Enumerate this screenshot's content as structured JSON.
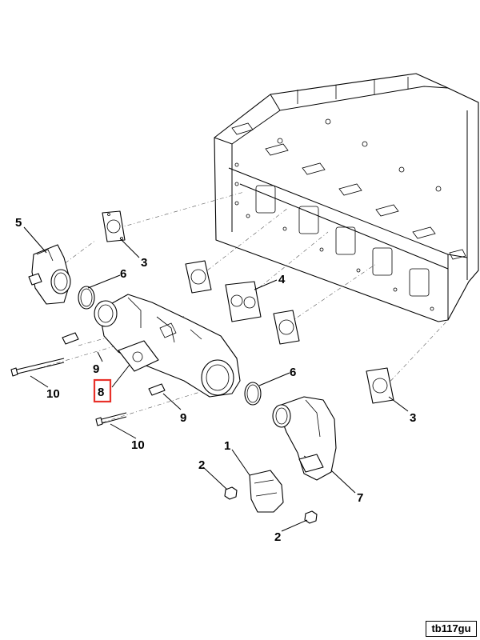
{
  "callouts": [
    {
      "id": "c5",
      "text": "5"
    },
    {
      "id": "c3a",
      "text": "3"
    },
    {
      "id": "c6a",
      "text": "6"
    },
    {
      "id": "c4",
      "text": "4"
    },
    {
      "id": "c9a",
      "text": "9"
    },
    {
      "id": "c8",
      "text": "8",
      "highlighted": true
    },
    {
      "id": "c10a",
      "text": "10"
    },
    {
      "id": "c6b",
      "text": "6"
    },
    {
      "id": "c9b",
      "text": "9"
    },
    {
      "id": "c3b",
      "text": "3"
    },
    {
      "id": "c10b",
      "text": "10"
    },
    {
      "id": "c1",
      "text": "1"
    },
    {
      "id": "c2a",
      "text": "2"
    },
    {
      "id": "c7",
      "text": "7"
    },
    {
      "id": "c2b",
      "text": "2"
    }
  ],
  "reference_code": "tb117gu",
  "colors": {
    "highlight": "#e8312a",
    "line": "#000000",
    "background": "#ffffff"
  }
}
